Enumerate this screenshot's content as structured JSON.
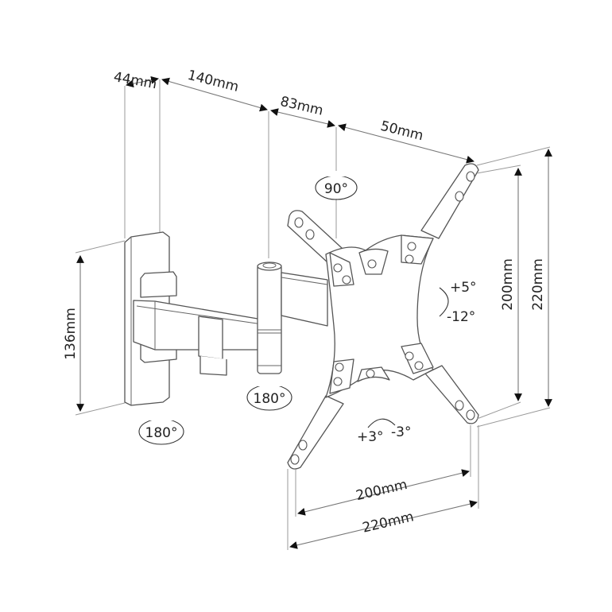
{
  "diagram": {
    "subject": "Swivel TV wall mount dimension drawing",
    "dimensions": {
      "wall_plate_depth": "44mm",
      "arm_1_length": "140mm",
      "arm_2_length": "83mm",
      "vesa_offset": "50mm",
      "wall_plate_height": "136mm",
      "vesa_vertical_inner": "200mm",
      "vesa_vertical_outer": "220mm",
      "vesa_horizontal_inner": "200mm",
      "vesa_horizontal_outer": "220mm"
    },
    "rotations": {
      "vesa_swivel": "90°",
      "elbow_swivel": "180°",
      "wall_swivel": "180°",
      "tilt_up": "+5°",
      "tilt_down": "-12°",
      "level_plus": "+3°",
      "level_minus": "-3°"
    },
    "colors": {
      "line": "#555555",
      "text": "#222222",
      "background": "#ffffff"
    }
  }
}
